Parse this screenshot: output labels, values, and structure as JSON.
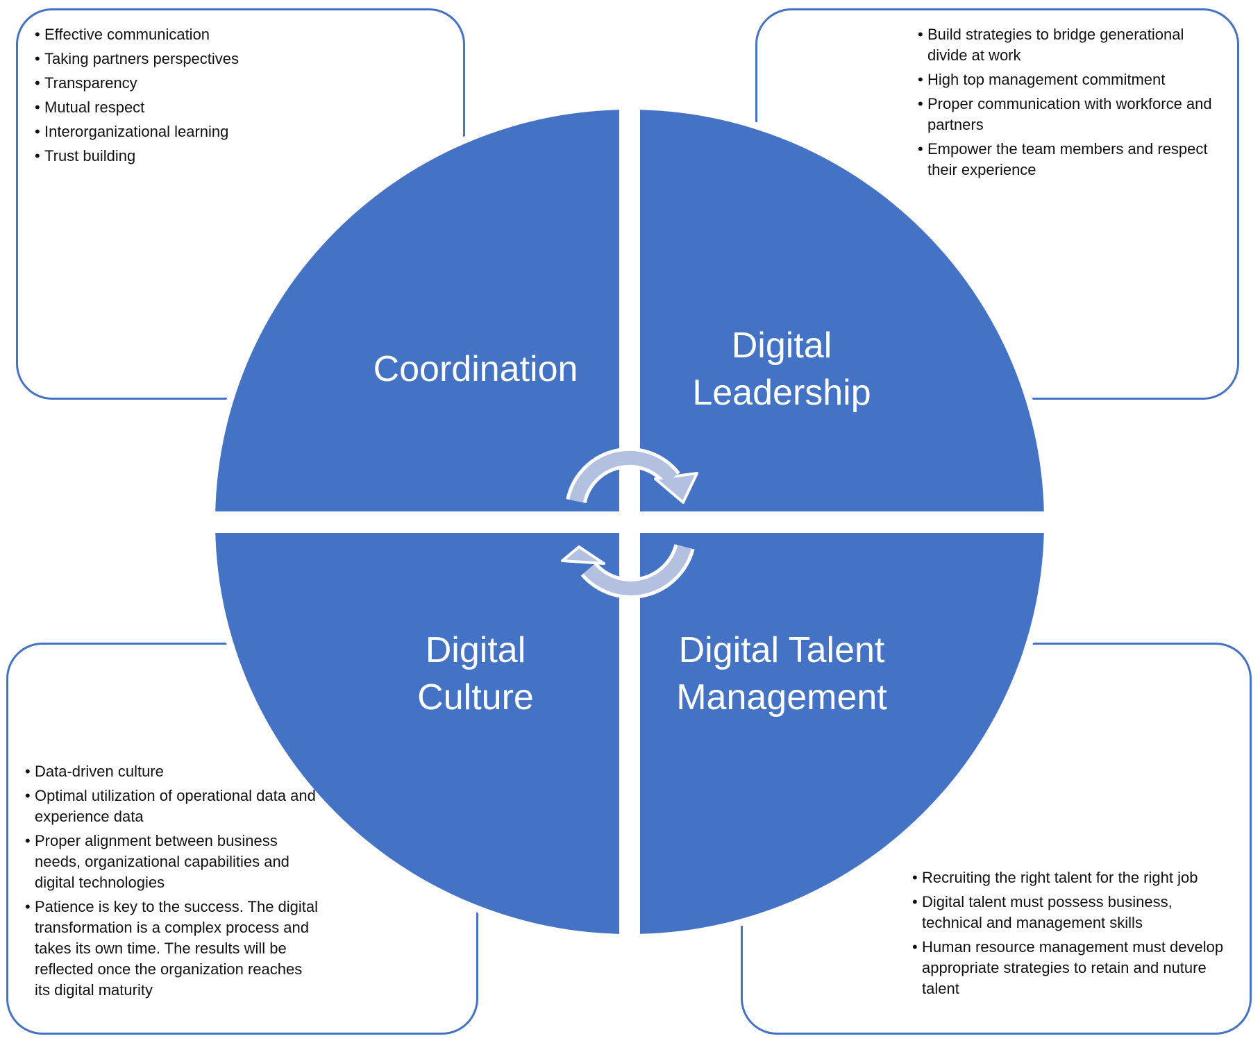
{
  "colors": {
    "quadrant": "#4472c4",
    "border": "#4472c4",
    "arrow": "#b4c0e0"
  },
  "quadrants": {
    "coordination": {
      "label": "Coordination"
    },
    "leadership": {
      "line1": "Digital",
      "line2": "Leadership"
    },
    "culture": {
      "line1": "Digital",
      "line2": "Culture"
    },
    "talent": {
      "line1": "Digital Talent",
      "line2": "Management"
    }
  },
  "boxes": {
    "coordination": [
      "Effective communication",
      " Taking partners perspectives",
      "Transparency",
      "Mutual respect",
      "Interorganizational learning",
      "Trust building"
    ],
    "leadership": [
      "Build strategies to bridge generational divide at work",
      "High top management commitment",
      "Proper communication with workforce and partners",
      "Empower the team members and respect their experience"
    ],
    "culture": [
      "Data-driven culture",
      "Optimal utilization of operational data and experience data",
      "Proper alignment between business needs, organizational capabilities and digital technologies",
      "Patience is key to the success. The digital transformation is a complex process and takes its own time. The results will be reflected once the organization reaches its digital maturity"
    ],
    "talent": [
      "Recruiting the right talent for the right job",
      "Digital talent must possess business, technical and management skills",
      "Human resource management must develop appropriate strategies to retain and nuture talent"
    ]
  }
}
